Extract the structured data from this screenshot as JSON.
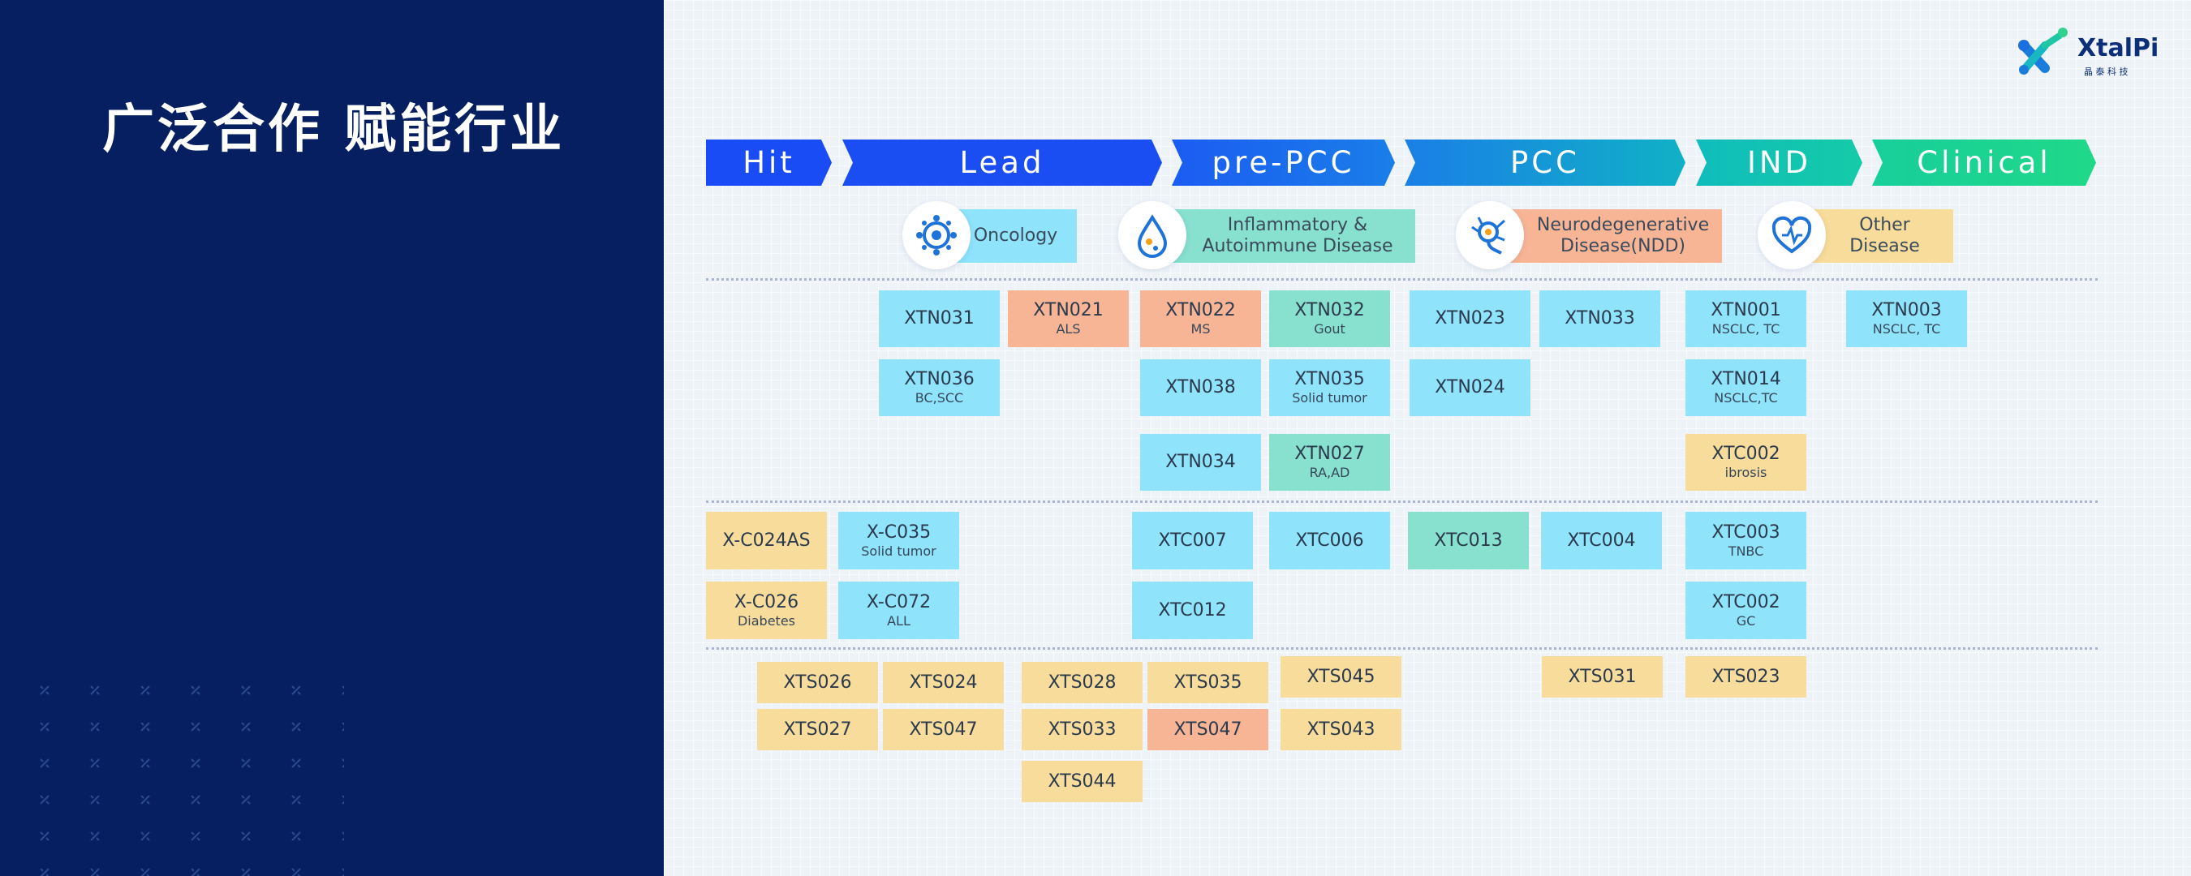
{
  "title": "广泛合作 赋能行业",
  "logo": {
    "name": "XtalPi",
    "subtitle": "晶 泰 科 技"
  },
  "stages": [
    "Hit",
    "Lead",
    "pre-PCC",
    "PCC",
    "IND",
    "Clinical"
  ],
  "categories": [
    {
      "label": "Oncology",
      "icon": "cell-icon"
    },
    {
      "label": "Inflammatory & Autoimmune Disease",
      "icon": "drop-icon"
    },
    {
      "label": "Neurodegenerative Disease(NDD)",
      "icon": "neuron-icon"
    },
    {
      "label": "Other Disease",
      "icon": "heart-icon"
    }
  ],
  "boxes": {
    "xtn031": {
      "name": "XTN031"
    },
    "xtn021": {
      "name": "XTN021",
      "sub": "ALS"
    },
    "xtn022": {
      "name": "XTN022",
      "sub": "MS"
    },
    "xtn032": {
      "name": "XTN032",
      "sub": "Gout"
    },
    "xtn023": {
      "name": "XTN023"
    },
    "xtn033": {
      "name": "XTN033"
    },
    "xtn001": {
      "name": "XTN001",
      "sub": "NSCLC, TC"
    },
    "xtn003": {
      "name": "XTN003",
      "sub": "NSCLC, TC"
    },
    "xtn036": {
      "name": "XTN036",
      "sub": "BC,SCC"
    },
    "xtn038": {
      "name": "XTN038"
    },
    "xtn035": {
      "name": "XTN035",
      "sub": "Solid tumor"
    },
    "xtn024": {
      "name": "XTN024"
    },
    "xtn014": {
      "name": "XTN014",
      "sub": "NSCLC,TC"
    },
    "xtn034": {
      "name": "XTN034"
    },
    "xtn027": {
      "name": "XTN027",
      "sub": "RA,AD"
    },
    "xtc002a": {
      "name": "XTC002",
      "sub": "ibrosis"
    },
    "xc024as": {
      "name": "X-C024AS"
    },
    "xc035": {
      "name": "X-C035",
      "sub": "Solid tumor"
    },
    "xtc007": {
      "name": "XTC007"
    },
    "xtc006": {
      "name": "XTC006"
    },
    "xtc013": {
      "name": "XTC013"
    },
    "xtc004": {
      "name": "XTC004"
    },
    "xtc003": {
      "name": "XTC003",
      "sub": "TNBC"
    },
    "xc026": {
      "name": "X-C026",
      "sub": "Diabetes"
    },
    "xc072": {
      "name": "X-C072",
      "sub": "ALL"
    },
    "xtc012": {
      "name": "XTC012"
    },
    "xtc002b": {
      "name": "XTC002",
      "sub": "GC"
    },
    "xts026": {
      "name": "XTS026"
    },
    "xts024": {
      "name": "XTS024"
    },
    "xts028": {
      "name": "XTS028"
    },
    "xts035": {
      "name": "XTS035"
    },
    "xts045": {
      "name": "XTS045"
    },
    "xts031": {
      "name": "XTS031"
    },
    "xts023": {
      "name": "XTS023"
    },
    "xts027": {
      "name": "XTS027"
    },
    "xts047a": {
      "name": "XTS047"
    },
    "xts033": {
      "name": "XTS033"
    },
    "xts047b": {
      "name": "XTS047"
    },
    "xts043": {
      "name": "XTS043"
    },
    "xts044": {
      "name": "XTS044"
    }
  },
  "colors": {
    "navy": "#051f60",
    "blue_box": "#8fe3fb",
    "orange_box": "#f8b595",
    "teal_box": "#88e0ce",
    "yellow_box": "#f8dc9b"
  }
}
